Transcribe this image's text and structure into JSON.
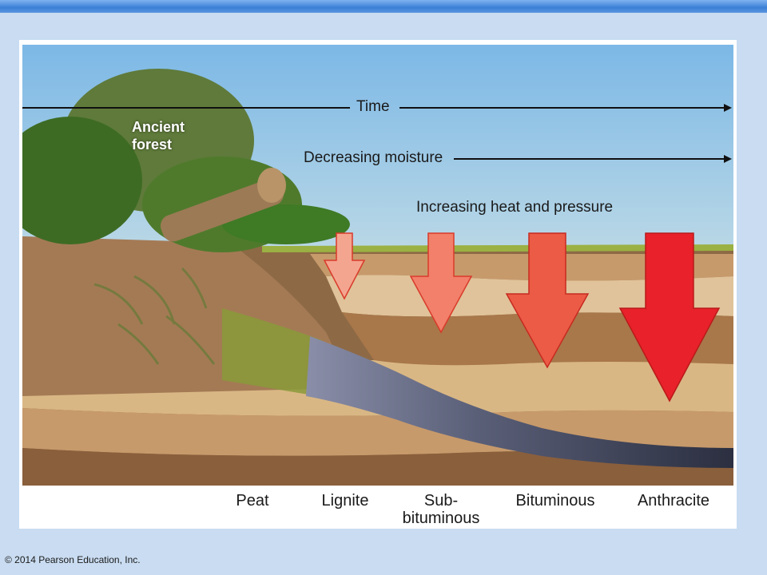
{
  "diagram": {
    "forest_label_line1": "Ancient",
    "forest_label_line2": "forest",
    "time_label": "Time",
    "moisture_label": "Decreasing moisture",
    "heat_label": "Increasing heat and pressure",
    "stages": [
      {
        "label": "Peat"
      },
      {
        "label": "Lignite"
      },
      {
        "label": "Sub-",
        "label2": "bituminous"
      },
      {
        "label": "Bituminous"
      },
      {
        "label": "Anthracite"
      }
    ],
    "arrow_colors": [
      "#f4a58f",
      "#f2806a",
      "#ec5b45",
      "#e8212a"
    ],
    "sky_color": "#8ec1e4"
  },
  "footer": {
    "copyright": "© 2014 Pearson Education, Inc."
  }
}
